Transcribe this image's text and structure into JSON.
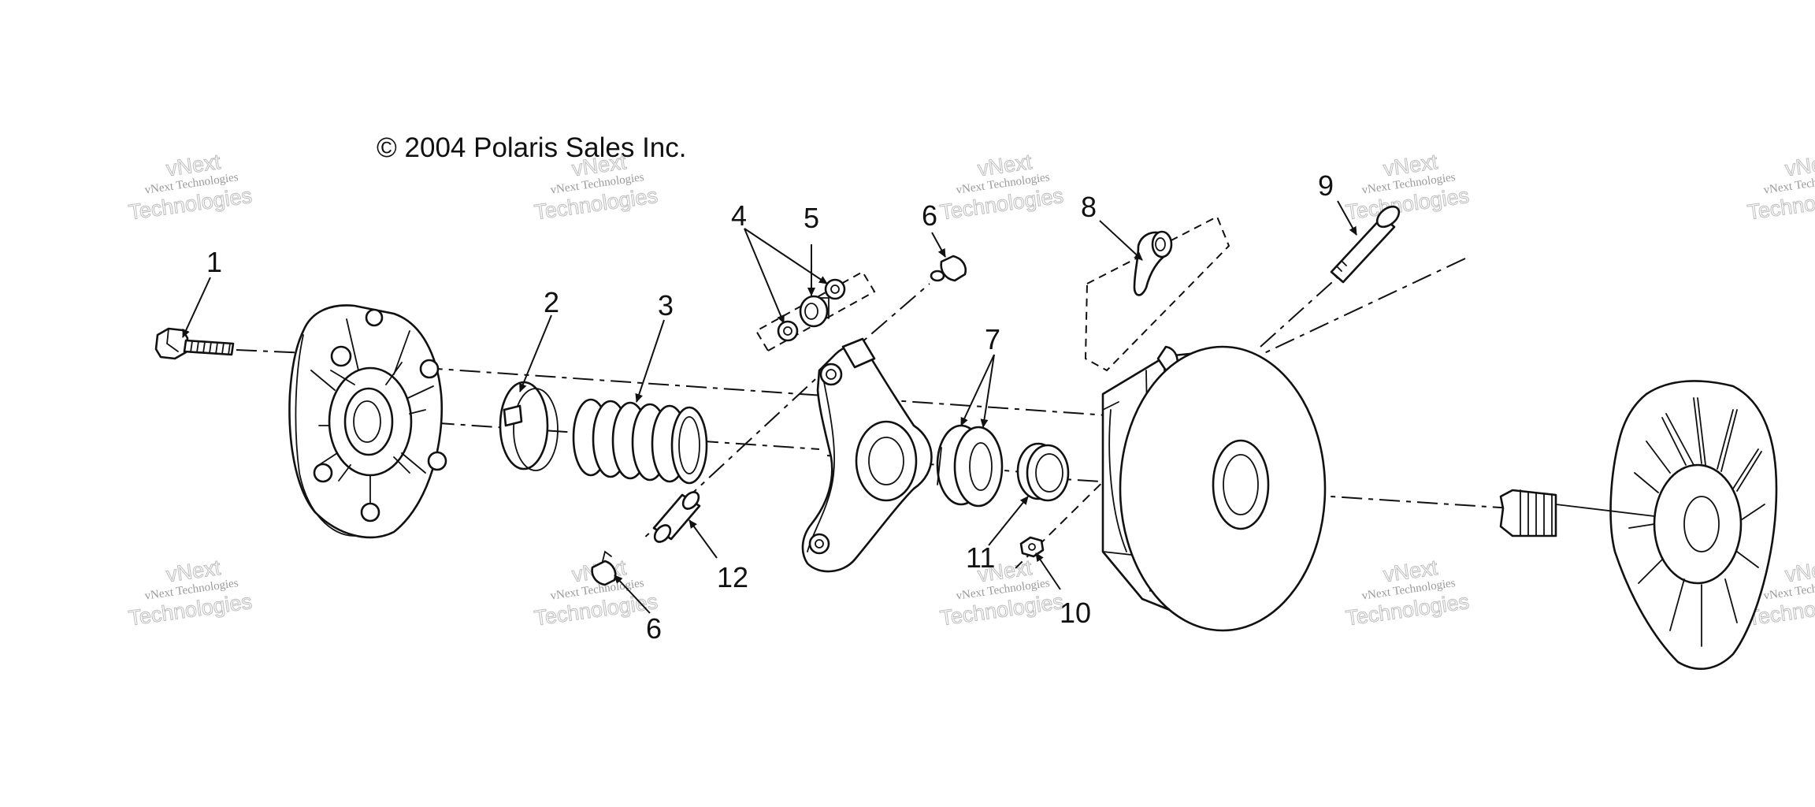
{
  "copyright": "© 2004 Polaris Sales Inc.",
  "watermark": {
    "line1": "vNext Technologies",
    "line2": "vNext",
    "line3": "Technologies"
  },
  "callouts": [
    "1",
    "2",
    "3",
    "4",
    "5",
    "6",
    "6",
    "7",
    "8",
    "9",
    "10",
    "11",
    "12"
  ]
}
